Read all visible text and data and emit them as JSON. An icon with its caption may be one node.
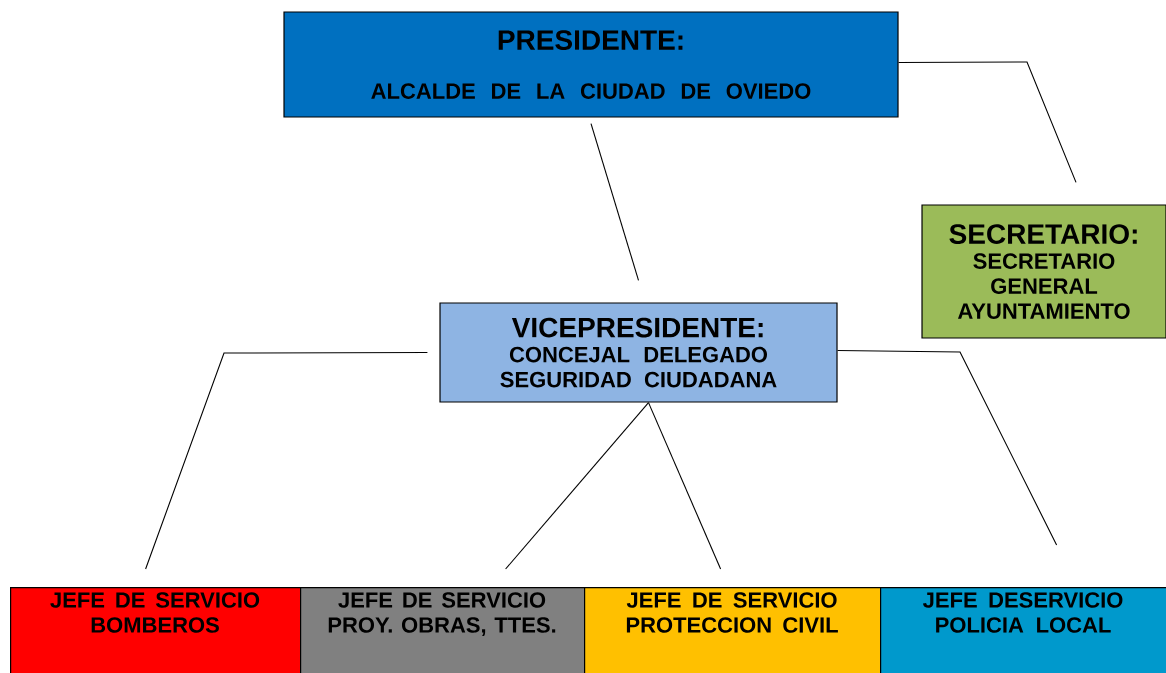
{
  "diagram": {
    "nodes": [
      {
        "text": [
          "PRESIDENTE:",
          "ALCALDE DE LA CIUDAD DE OVIEDO"
        ]
      },
      {
        "text": [
          "SECRETARIO:",
          "SECRETARIO GENERAL AYUNTAMIENTO"
        ]
      },
      {
        "text": [
          "VICEPRESIDENTE:",
          "CONCEJAL DELEGADO SEGURIDAD CIUDADANA"
        ]
      },
      {
        "text": [
          "JEFE DE SERVICIO BOMBEROS"
        ]
      },
      {
        "text": [
          "JEFE DE SERVICIO PROY. OBRAS, TTES."
        ]
      },
      {
        "text": [
          "JEFE DE SERVICIO PROTECCION CIVIL"
        ]
      },
      {
        "text": [
          "JEFE DESERVICIO POLICIA LOCAL"
        ]
      }
    ],
    "edges": [
      {
        "from": 0,
        "to": 2,
        "arrow": "none"
      },
      {
        "from": 0,
        "to": 1,
        "arrow": "none"
      },
      {
        "from": 2,
        "to": 3,
        "arrow": "none"
      },
      {
        "from": 2,
        "to": 4,
        "arrow": "none"
      },
      {
        "from": 2,
        "to": 5,
        "arrow": "none"
      },
      {
        "from": 2,
        "to": 6,
        "arrow": "none"
      }
    ]
  }
}
